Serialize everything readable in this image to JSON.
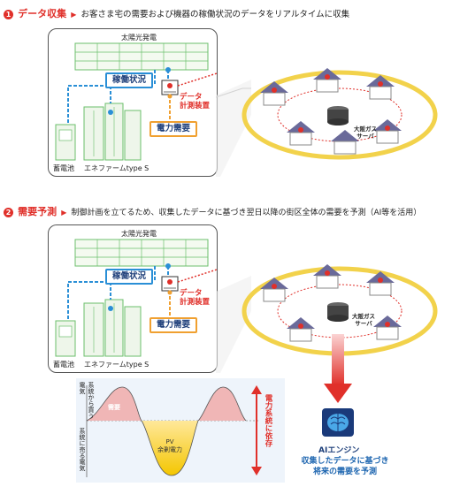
{
  "section1": {
    "number": "1",
    "title": "データ収集",
    "arrow": "▶",
    "description": "お客さま宅の需要および機器の稼働状況のデータをリアルタイムに収集"
  },
  "section2": {
    "number": "2",
    "title": "需要予測",
    "arrow": "▶",
    "description": "制御計画を立てるため、収集したデータに基づき翌日以降の街区全体の需要を予測（AI等を活用）"
  },
  "house": {
    "solar_label": "太陽光発電",
    "status_tag": "稼働状況",
    "meter_label_1": "データ",
    "meter_label_2": "計測装置",
    "demand_tag": "電力需要",
    "battery_label": "蓄電池",
    "enefarm_label": "エネファームtype S"
  },
  "network": {
    "server_label_1": "大阪ガス",
    "server_label_2": "サーバ"
  },
  "graph": {
    "left_upper_label": "系統から買う電気",
    "left_lower_label": "系統に売る電気",
    "demand_label": "需要",
    "pv_label_1": "PV",
    "pv_label_2": "余剰電力",
    "dependency_label": "電力系統に依存"
  },
  "ai": {
    "title": "AIエンジン",
    "description_1": "収集したデータに基づき",
    "description_2": "将来の需要を予測"
  },
  "colors": {
    "accent_red": "#e0302a",
    "line_blue": "#2a8fd6",
    "line_orange": "#f0a030",
    "ring_yellow": "#f2d24b",
    "demand_fill": "#f0b6b6",
    "pv_fill": "#f4c600"
  }
}
